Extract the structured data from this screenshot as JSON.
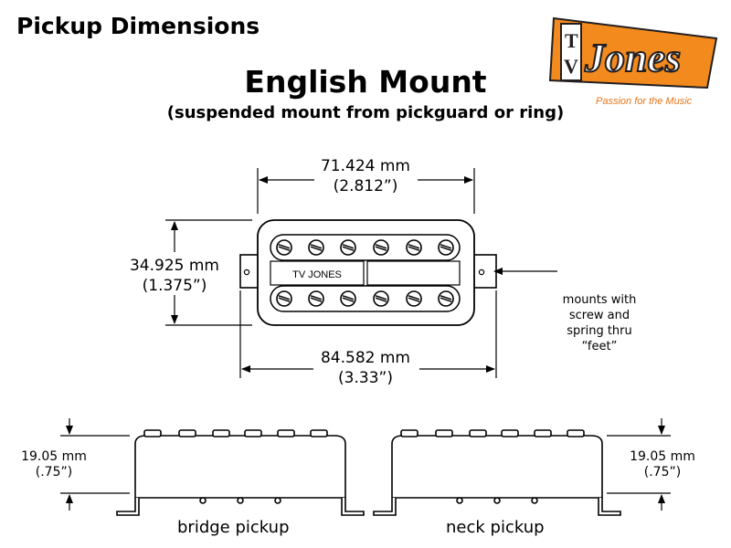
{
  "header": {
    "title": "Pickup Dimensions",
    "heading": "English Mount",
    "subheading": "(suspended mount from pickguard or ring)"
  },
  "logo": {
    "brand_text": "Jones",
    "tagline": "Passion for the Music",
    "colors": {
      "orange": "#F28A1E",
      "dark": "#231F20",
      "tagline": "#E8751A"
    }
  },
  "top_view": {
    "pickup_label": "TV JONES",
    "width_inner": {
      "mm": "71.424 mm",
      "inch": "(2.812”)"
    },
    "height": {
      "mm": "34.925 mm",
      "inch": "(1.375”)"
    },
    "width_outer": {
      "mm": "84.582 mm",
      "inch": "(3.33”)"
    },
    "mount_note": [
      "mounts with",
      "screw and",
      "spring thru",
      "“feet”"
    ]
  },
  "side_views": [
    {
      "caption": "bridge pickup",
      "height": {
        "mm": "19.05 mm",
        "inch": "(.75”)"
      }
    },
    {
      "caption": "neck pickup",
      "height": {
        "mm": "19.05 mm",
        "inch": "(.75”)"
      }
    }
  ]
}
